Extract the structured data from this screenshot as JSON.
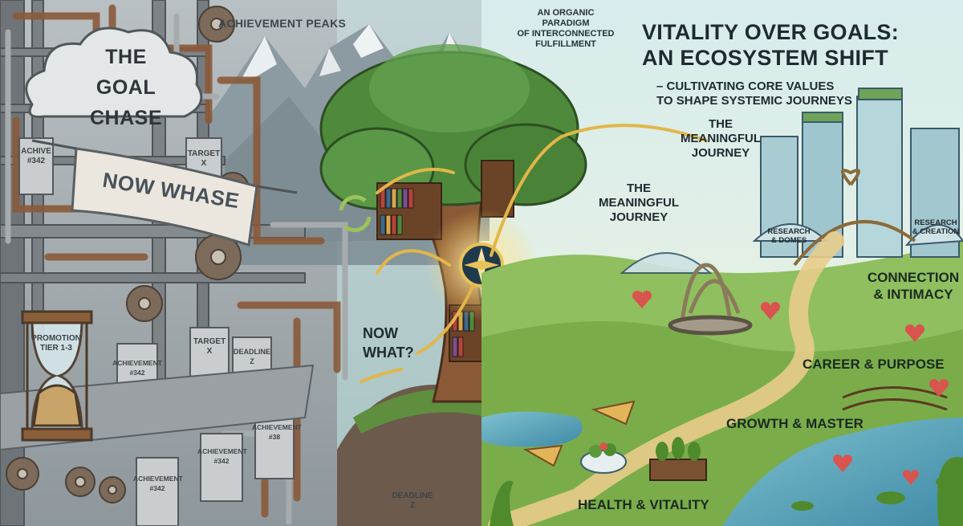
{
  "left_panel": {
    "cloud_title_line1": "THE",
    "cloud_title_line2": "GOAL CHASE",
    "banner": "NOW WHASE",
    "hourglass_label_line1": "PROMOTION",
    "hourglass_label_line2": "TIER 1-3",
    "locker_labels": [
      {
        "line1": "ACHIVE",
        "line2": "#342"
      },
      {
        "line1": "TARGET",
        "line2": "X"
      },
      {
        "line1": "ACHIEVEMENT",
        "line2": "#342"
      },
      {
        "line1": "TARGET",
        "line2": "X"
      },
      {
        "line1": "DEADLINE",
        "line2": "Z"
      },
      {
        "line1": "ACHIEVEMENT",
        "line2": "#342"
      },
      {
        "line1": "ACHIEVEMENT",
        "line2": "#38"
      },
      {
        "line1": "ACHIEVEMENT",
        "line2": "#342"
      },
      {
        "line1": "DEADLINE",
        "line2": "Z"
      }
    ],
    "mountains_label": "ACHIEVEMENT PEAKS",
    "question": "NOW WHAT?"
  },
  "right_panel": {
    "paradigm_line1": "AN ORGANIC PARADIGM",
    "paradigm_line2": "OF INTERCONNECTED",
    "paradigm_line3": "FULFILLMENT",
    "title_line1": "VITALITY OVER GOALS:",
    "title_line2": "AN ECOSYSTEM SHIFT",
    "subtitle_line1": "– CULTIVATING CORE VALUES",
    "subtitle_line2": "TO SHAPE SYSTEMIC JOURNEYS",
    "journey_upper_line1": "THE",
    "journey_upper_line2": "MEANINGFUL",
    "journey_upper_line3": "JOURNEY",
    "journey_lower_line1": "THE",
    "journey_lower_line2": "MEANINGFUL",
    "journey_lower_line3": "JOURNEY",
    "dome_left_line1": "RESEARCH",
    "dome_left_line2": "& DOMES",
    "dome_right_line1": "RESEARCH",
    "dome_right_line2": "& CREATION",
    "areas": {
      "connection_line1": "CONNECTION",
      "connection_line2": "& INTIMACY",
      "career": "CAREER & PURPOSE",
      "growth": "GROWTH & MASTER",
      "health": "HEALTH & VITALITY"
    }
  },
  "colors": {
    "rust": "#8a5a3a",
    "pipe": "#7d8286",
    "tree_green": "#4f8a3c",
    "path_gold": "#e2b64a",
    "water": "#5fa3b8",
    "heart": "#d9534f"
  }
}
